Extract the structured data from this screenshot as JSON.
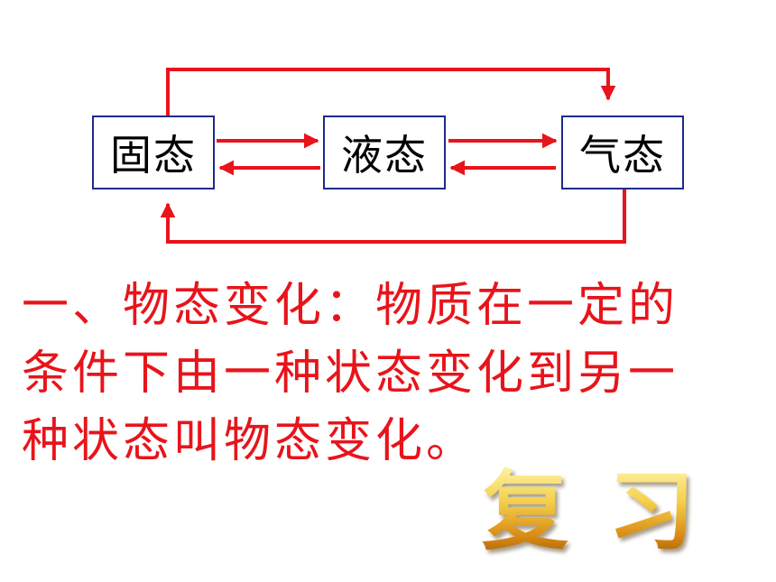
{
  "states": {
    "solid": "固态",
    "liquid": "液态",
    "gas": "气态"
  },
  "definition": {
    "line1": "一、物态变化：物质在一定的",
    "line2": "条件下由一种状态变化到另一",
    "line3": "种状态叫物态变化。"
  },
  "review_label": "复习",
  "colors": {
    "arrow": "#e8141b",
    "box_border": "#1f2a8c",
    "definition_text": "#e8141b",
    "review_gold": "#e9b22c"
  }
}
